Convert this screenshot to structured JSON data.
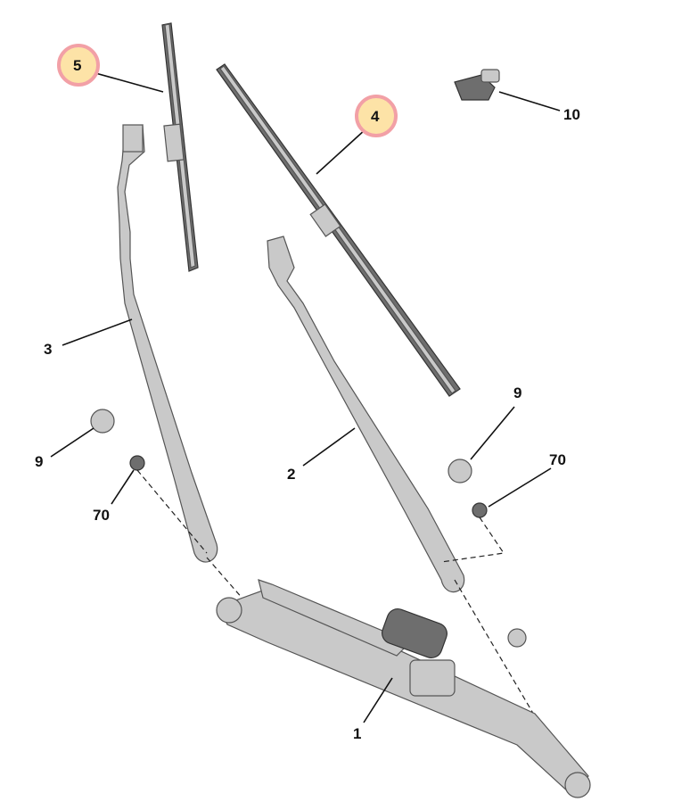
{
  "diagram": {
    "title": "Windscreen wiper assembly",
    "colors": {
      "highlight_fill": "#fde3a7",
      "highlight_border": "#f2a0a6",
      "part_fill": "#c9c9c9",
      "line": "#111111"
    },
    "callouts": [
      {
        "id": "5",
        "text": "5",
        "highlighted": true,
        "part": "wiper-blade-passenger"
      },
      {
        "id": "4",
        "text": "4",
        "highlighted": true,
        "part": "wiper-blade-driver"
      },
      {
        "id": "10",
        "text": "10",
        "highlighted": false,
        "part": "sensor"
      },
      {
        "id": "3",
        "text": "3",
        "highlighted": false,
        "part": "wiper-arm-left"
      },
      {
        "id": "9a",
        "text": "9",
        "highlighted": false,
        "part": "cap-left"
      },
      {
        "id": "70a",
        "text": "70",
        "highlighted": false,
        "part": "nut-left"
      },
      {
        "id": "2",
        "text": "2",
        "highlighted": false,
        "part": "wiper-arm-right"
      },
      {
        "id": "9b",
        "text": "9",
        "highlighted": false,
        "part": "cap-right"
      },
      {
        "id": "70b",
        "text": "70",
        "highlighted": false,
        "part": "nut-right"
      },
      {
        "id": "1",
        "text": "1",
        "highlighted": false,
        "part": "wiper-linkage-motor"
      }
    ]
  }
}
